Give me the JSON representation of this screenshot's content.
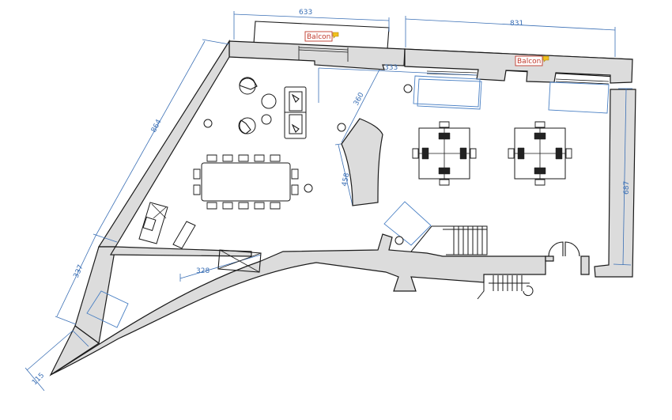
{
  "plan": {
    "dimensions": {
      "top_left": "633",
      "top_right": "831",
      "left_long": "864",
      "left_short": "337",
      "bottom_tip": "115",
      "right": "687",
      "inner_333": "333",
      "inner_360": "360",
      "inner_458": "458",
      "inner_328": "328"
    },
    "labels": {
      "balcony_left": "Balcon",
      "balcony_right": "Balcon"
    }
  },
  "colors": {
    "wall_fill": "#dcdcdc",
    "dimension_line": "#3a6fb5",
    "label_border": "#c0392b",
    "tag_marker": "#f2c01e"
  }
}
